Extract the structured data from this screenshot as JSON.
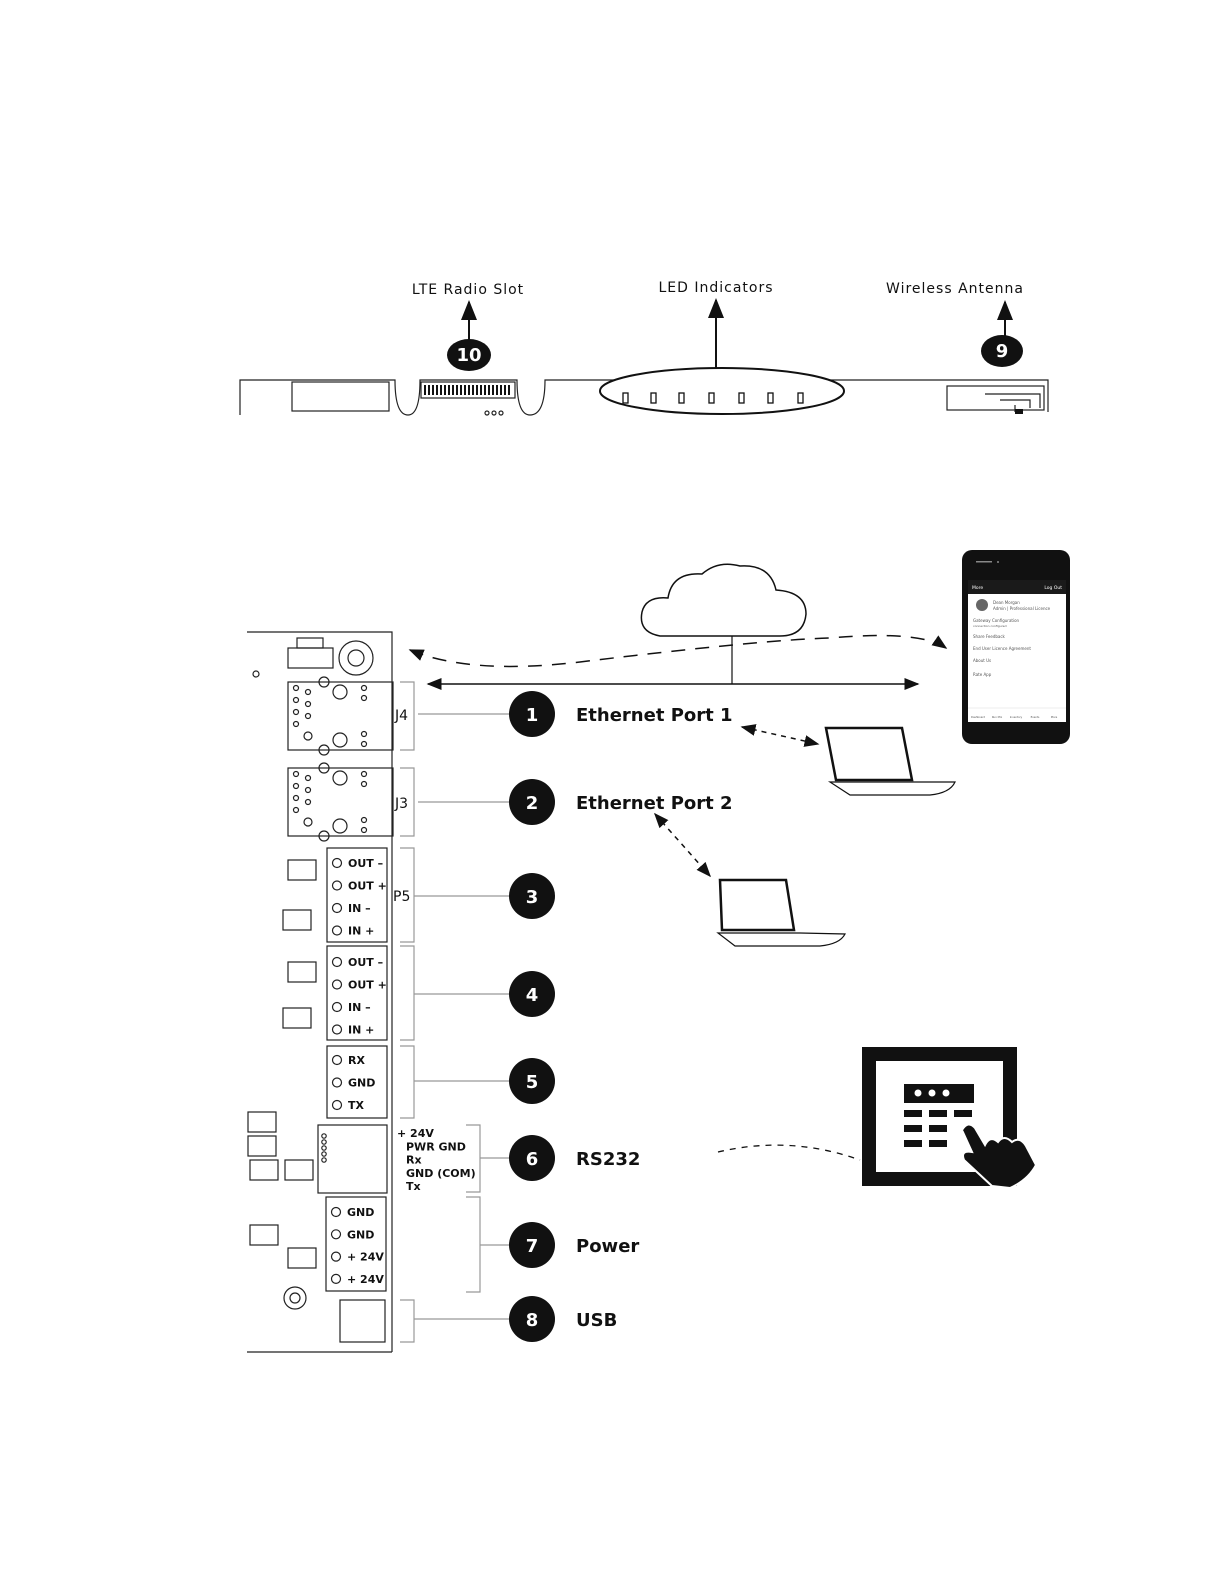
{
  "top_view": {
    "labels": {
      "lte": "LTE Radio Slot",
      "led": "LED Indicators",
      "antenna": "Wireless Antenna"
    },
    "callouts": {
      "lte": "10",
      "antenna": "9"
    }
  },
  "board": {
    "connectors": {
      "j4": "J4",
      "j3": "J3",
      "p5": "P5"
    },
    "p5_pins": [
      "OUT –",
      "OUT +",
      "IN –",
      "IN +"
    ],
    "p4_pins": [
      "OUT –",
      "OUT +",
      "IN –",
      "IN +"
    ],
    "serial_pins": [
      "RX",
      "GND",
      "TX"
    ],
    "rs232_pins": [
      "+ 24V",
      "PWR GND",
      "Rx",
      "GND (COM)",
      "Tx"
    ],
    "power_pins": [
      "GND",
      "GND",
      "+ 24V",
      "+ 24V"
    ]
  },
  "callouts": [
    {
      "number": "1",
      "label": "Ethernet Port 1"
    },
    {
      "number": "2",
      "label": "Ethernet Port 2"
    },
    {
      "number": "3",
      "label": ""
    },
    {
      "number": "4",
      "label": ""
    },
    {
      "number": "5",
      "label": ""
    },
    {
      "number": "6",
      "label": "RS232"
    },
    {
      "number": "7",
      "label": "Power"
    },
    {
      "number": "8",
      "label": "USB"
    }
  ],
  "phone": {
    "header_left": "More",
    "header_right": "Log Out",
    "user_name": "Dean Morgan",
    "user_role": "Admin | Professional Licence",
    "menu": [
      "Gateway Configuration",
      "Share Feedback",
      "End User Licence Agreement",
      "About Us",
      "Rate App"
    ],
    "menu_sub": "connection configured",
    "nav": [
      "Dashboard",
      "Run Mix",
      "Inventory",
      "Events",
      "More"
    ]
  }
}
